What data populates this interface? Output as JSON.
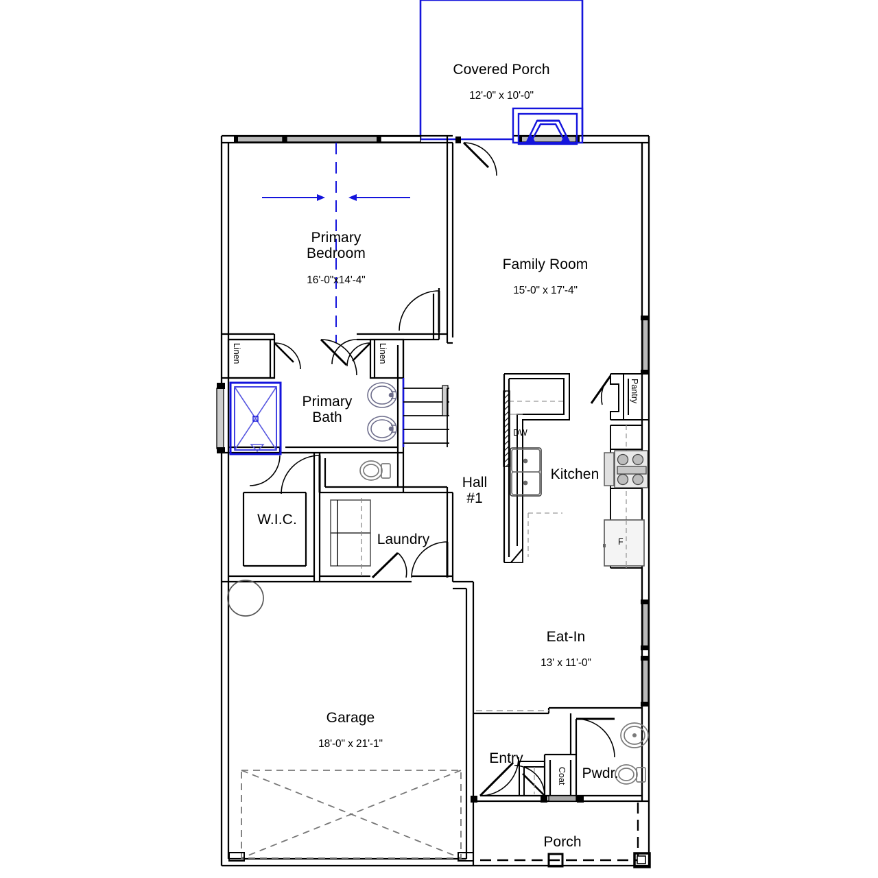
{
  "document": {
    "type": "residential-floor-plan",
    "level": "first-floor",
    "background_color": "#ffffff",
    "line_color": "#000000",
    "option_color": "#1414dc",
    "fixture_color": "#808080"
  },
  "rooms": [
    {
      "key": "covered_porch",
      "name": "Covered Porch",
      "dimensions": "12'-0\" x 10'-0\""
    },
    {
      "key": "primary_bedroom",
      "name": "Primary\nBedroom",
      "dimensions": "16'-0\"x14'-4\""
    },
    {
      "key": "family_room",
      "name": "Family Room",
      "dimensions": "15'-0\" x 17'-4\""
    },
    {
      "key": "primary_bath",
      "name": "Primary\nBath",
      "dimensions": ""
    },
    {
      "key": "kitchen",
      "name": "Kitchen",
      "dimensions": ""
    },
    {
      "key": "hall_1",
      "name": "Hall\n#1",
      "dimensions": ""
    },
    {
      "key": "wic",
      "name": "W.I.C.",
      "dimensions": ""
    },
    {
      "key": "laundry",
      "name": "Laundry",
      "dimensions": ""
    },
    {
      "key": "eat_in",
      "name": "Eat-In",
      "dimensions": "13' x 11'-0\""
    },
    {
      "key": "garage",
      "name": "Garage",
      "dimensions": "18'-0\" x 21'-1\""
    },
    {
      "key": "entry",
      "name": "Entry",
      "dimensions": ""
    },
    {
      "key": "powder",
      "name": "Pwdr.",
      "dimensions": ""
    },
    {
      "key": "porch",
      "name": "Porch",
      "dimensions": ""
    }
  ],
  "closets": [
    {
      "key": "linen_left",
      "name": "Linen"
    },
    {
      "key": "linen_right",
      "name": "Linen"
    },
    {
      "key": "pantry",
      "name": "Pantry"
    },
    {
      "key": "coat",
      "name": "Coat"
    }
  ],
  "appliances": [
    {
      "key": "dishwasher",
      "name": "DW"
    },
    {
      "key": "refrigerator",
      "name": "F"
    }
  ],
  "fixtures": [
    {
      "key": "kitchen-sink",
      "name": "kitchen double sink"
    },
    {
      "key": "range",
      "name": "range cooktop"
    },
    {
      "key": "vanity-sink-upper",
      "name": "primary vanity sink"
    },
    {
      "key": "vanity-sink-lower",
      "name": "primary vanity sink"
    },
    {
      "key": "shower",
      "name": "walk-in shower option"
    },
    {
      "key": "toilet-primary",
      "name": "primary bath toilet"
    },
    {
      "key": "toilet-powder",
      "name": "powder room toilet"
    },
    {
      "key": "sink-powder",
      "name": "powder room sink"
    },
    {
      "key": "washer",
      "name": "washer"
    },
    {
      "key": "dryer",
      "name": "dryer"
    },
    {
      "key": "water-heater",
      "name": "water heater"
    },
    {
      "key": "garage-door",
      "name": "overhead garage door"
    },
    {
      "key": "bay-window",
      "name": "bay window option"
    }
  ]
}
